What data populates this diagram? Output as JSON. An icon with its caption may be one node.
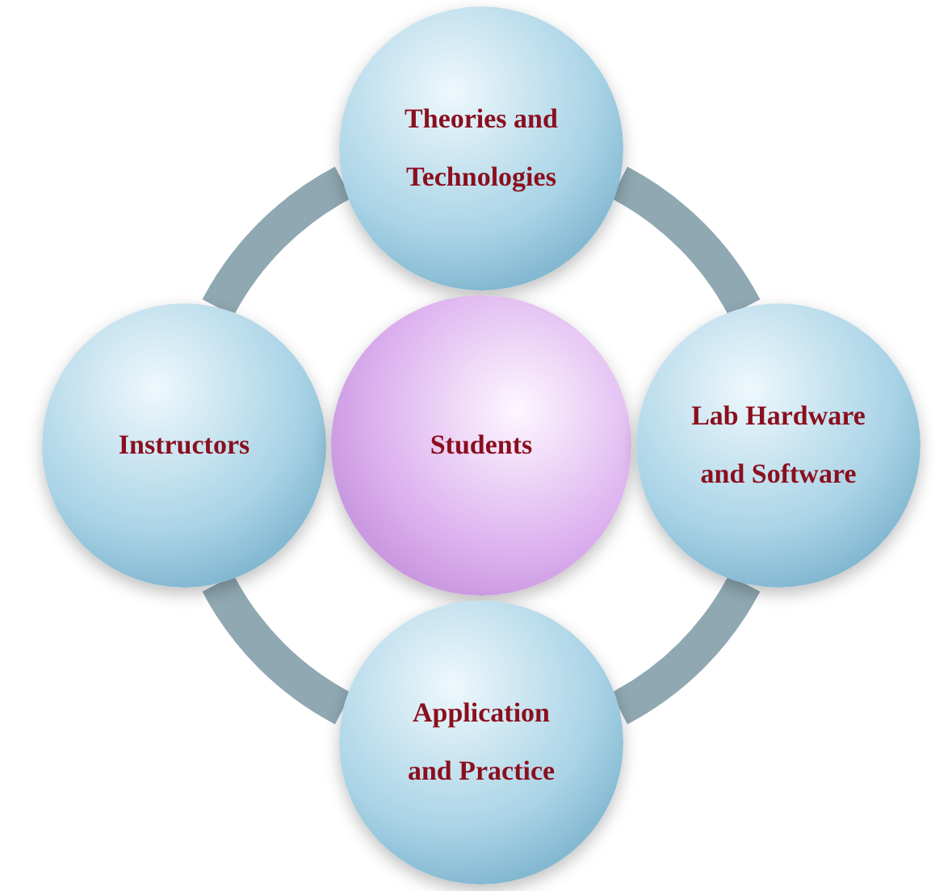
{
  "diagram": {
    "nodes": [
      {
        "text": [
          "Theories and Technologies"
        ]
      },
      {
        "text": [
          "Instructors"
        ]
      },
      {
        "text": [
          "Students"
        ]
      },
      {
        "text": [
          "Lab Hardware and Software"
        ]
      },
      {
        "text": [
          "Application and Practice"
        ]
      }
    ],
    "edges": [
      {
        "from": 0,
        "to": 3,
        "arrow": "none"
      },
      {
        "from": 3,
        "to": 4,
        "arrow": "none"
      },
      {
        "from": 4,
        "to": 1,
        "arrow": "none"
      },
      {
        "from": 1,
        "to": 0,
        "arrow": "none"
      }
    ]
  }
}
